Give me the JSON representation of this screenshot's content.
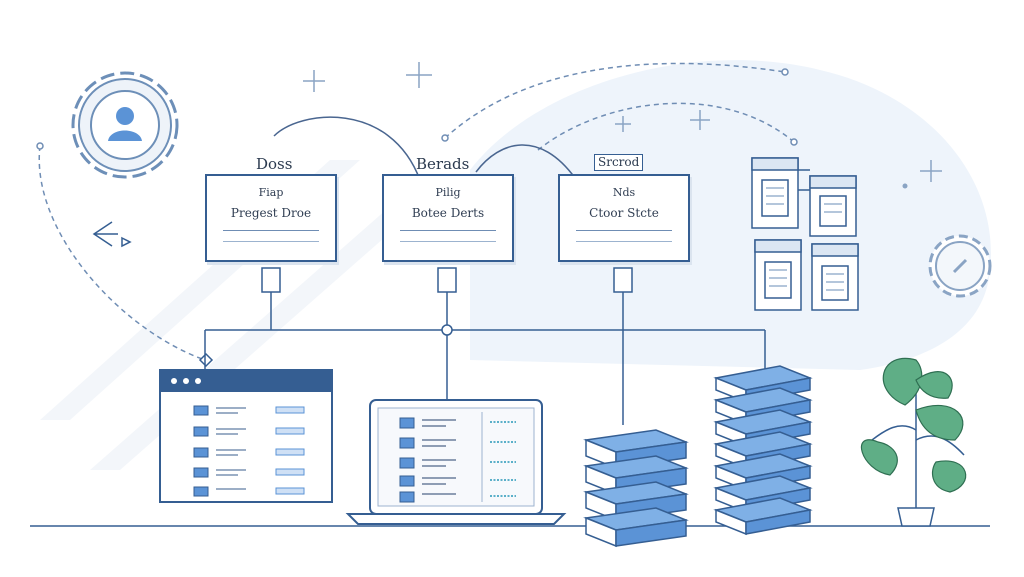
{
  "boards": [
    {
      "id": "left",
      "title": "Doss",
      "line1": "Fiap",
      "line2": "Pregest Droe"
    },
    {
      "id": "center",
      "title": "Berads",
      "line1": "Pilig",
      "line2": "Botee Derts"
    },
    {
      "id": "right",
      "title": "",
      "line1": "Nds",
      "line2": "Ctoor Stcte"
    }
  ],
  "tag": "Srcrod",
  "colors": {
    "stroke": "#355e92",
    "fill": "#5b93d6",
    "fill_light": "#cfe0f5",
    "plant": "#5fae86",
    "blob": "#eaf1fa"
  },
  "icons": [
    "user-gear-icon",
    "gear-icon",
    "back-arrow-icon",
    "sparkle-icon",
    "document-icon",
    "plant-icon",
    "server-icon",
    "laptop-icon",
    "browser-window-icon"
  ]
}
